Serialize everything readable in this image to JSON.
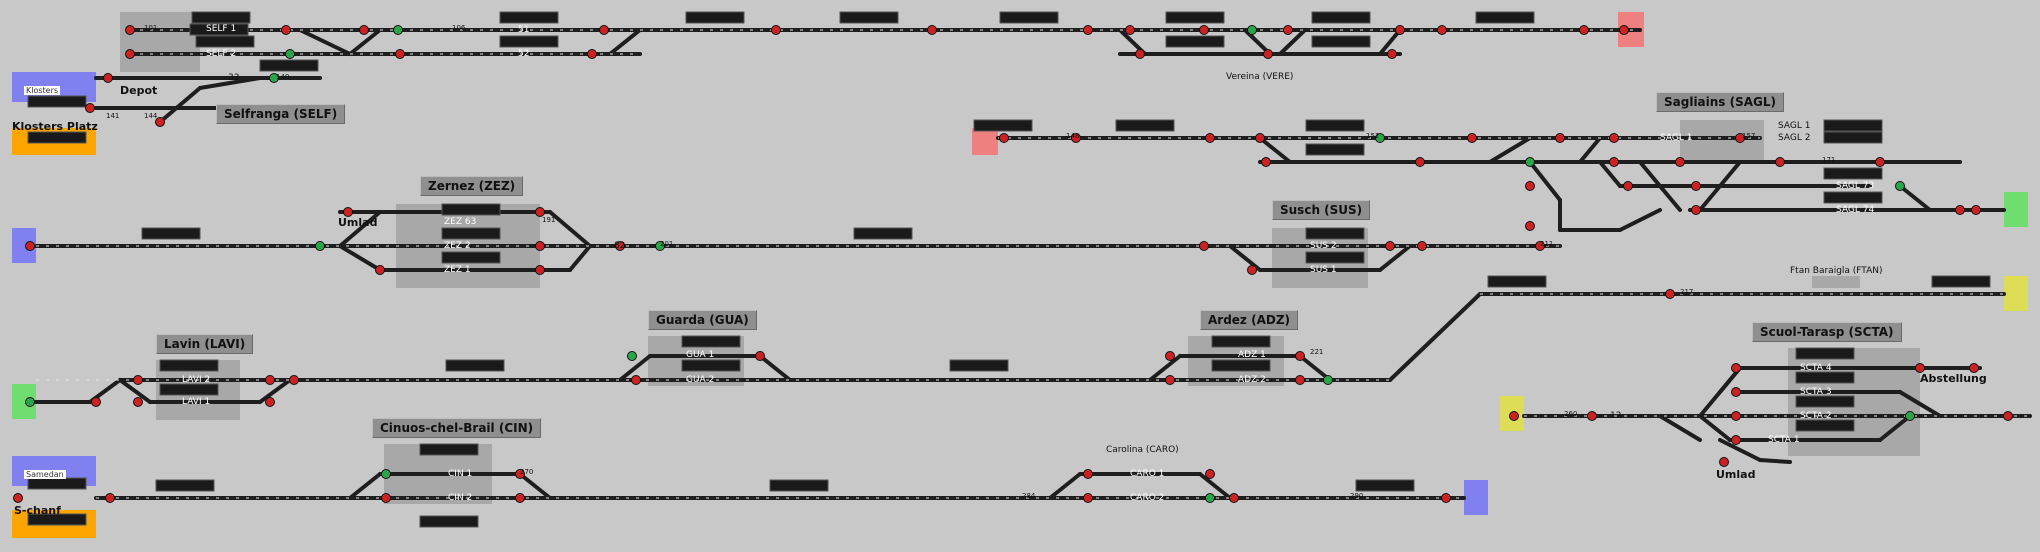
{
  "colors": {
    "background": "#c8c8c8",
    "track": "#1e1e1e",
    "signal_red": "#cc2222",
    "signal_green": "#2aa64a",
    "boundary_blue": "#8080f0",
    "boundary_red": "#ee8080",
    "boundary_green": "#70dd70",
    "boundary_yellow": "#dddd55",
    "boundary_orange": "#ffa500",
    "station_label_bg": "#8f8f8f"
  },
  "stations": {
    "selfranga": "Selfranga (SELF)",
    "zernez": "Zernez (ZEZ)",
    "susch": "Susch (SUS)",
    "sagliains": "Sagliains (SAGL)",
    "lavin": "Lavin (LAVI)",
    "guarda": "Guarda (GUA)",
    "ardez": "Ardez (ADZ)",
    "scuol": "Scuol-Tarasp (SCTA)",
    "cinuos": "Cinuos-chel-Brail (CIN)"
  },
  "labels": {
    "depot": "Depot",
    "klosters_platz": "Klosters Platz",
    "klosters": "Klosters",
    "vereina": "Vereina (VERE)",
    "umlad_zez": "Umlad",
    "umlad_scta": "Umlad",
    "abstellung": "Abstellung",
    "ftan": "Ftan Baraigla (FTAN)",
    "carolina": "Carolina (CARO)",
    "samedan": "Samedan",
    "s_chanf": "S-chanf"
  },
  "tracks": {
    "self1": "SELF 1",
    "self2": "SELF 2",
    "sagl1_a": "SAGL 1",
    "sagl1_b": "SAGL 1",
    "sagl2": "SAGL 2",
    "sagl73": "SAGL 73",
    "sagl74": "SAGL 74",
    "zez63": "ZEZ 63",
    "zez2": "ZEZ 2",
    "zez1": "ZEZ 1",
    "sus2": "SUS 2",
    "sus1": "SUS 1",
    "gua1": "GUA 1",
    "gua2": "GUA 2",
    "adz1": "ADZ 1",
    "adz2": "ADZ 2",
    "lavi2": "LAVI 2",
    "lavi1": "LAVI 1",
    "scta4": "SCTA 4",
    "scta3": "SCTA 3",
    "scta2": "SCTA 2",
    "scta1": "SCTA 1",
    "cin1": "CIN 1",
    "cin2": "CIN 2",
    "caro1": "CARO 1",
    "caro2": "CARO 2"
  },
  "numbers": {
    "n51": "51",
    "n52": "52",
    "n33": "33",
    "n82": "82",
    "n12": "12",
    "n101": "101",
    "n106": "106",
    "n141": "141",
    "n144": "144",
    "n140": "140",
    "n148": "148",
    "n152": "152",
    "n157": "157",
    "n171": "171",
    "n191": "191",
    "n201": "201",
    "n211": "211",
    "n217": "217",
    "n221": "221",
    "n260": "260",
    "n270": "270",
    "n284": "284",
    "n290": "290"
  }
}
